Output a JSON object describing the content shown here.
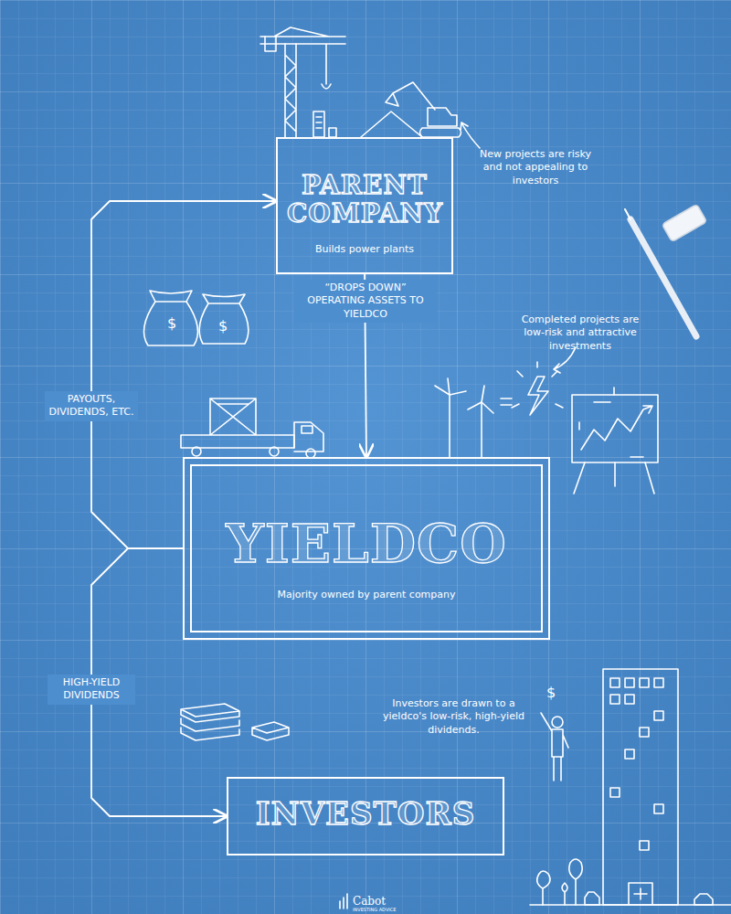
{
  "diagram": {
    "nodes": [
      {
        "text": [
          "PARENT COMPANY",
          "Builds power plants"
        ]
      },
      {
        "text": [
          "YIELDCO",
          "Majority owned by parent company"
        ]
      },
      {
        "text": [
          "INVESTORS"
        ]
      }
    ],
    "edges": [
      {
        "from": 0,
        "to": 1,
        "arrow": "to",
        "label": "“DROPS DOWN” OPERATING ASSETS TO YIELDCO"
      },
      {
        "from": 1,
        "to": 0,
        "arrow": "to",
        "label": "PAYOUTS, DIVIDENDS, ETC."
      },
      {
        "from": 1,
        "to": 2,
        "arrow": "to",
        "label": "HIGH-YIELD DIVIDENDS"
      }
    ],
    "labels": [
      "New projects are risky and not appealing to investors",
      "Completed projects are low-risk and attractive investments",
      "$",
      "$",
      "Investors are drawn to a yieldco's low-risk, high-yield dividends.",
      "$",
      "Cabot",
      "INVESTING ADVICE"
    ]
  }
}
